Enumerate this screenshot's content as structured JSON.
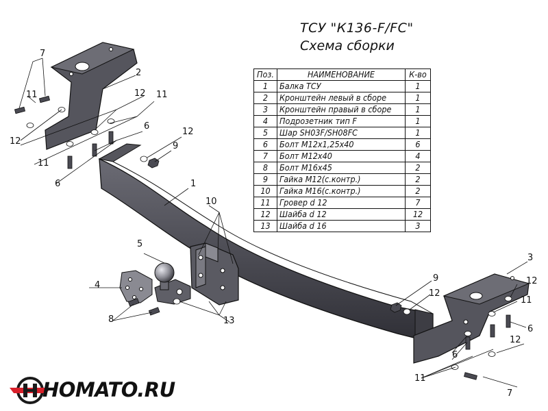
{
  "title": "ТСУ \"К136-F/FC\"",
  "subtitle": "Схема сборки",
  "table": {
    "headers": [
      "Поз.",
      "НАИМЕНОВАНИЕ",
      "К-во"
    ],
    "rows": [
      {
        "pos": "1",
        "name": "Балка ТСУ",
        "qty": "1"
      },
      {
        "pos": "2",
        "name": "Кронштейн левый в сборе",
        "qty": "1"
      },
      {
        "pos": "3",
        "name": "Кронштейн правый в сборе",
        "qty": "1"
      },
      {
        "pos": "4",
        "name": "Подрозетник тип F",
        "qty": "1"
      },
      {
        "pos": "5",
        "name": "Шар SH03F/SH08FC",
        "qty": "1"
      },
      {
        "pos": "6",
        "name": "Болт М12х1,25х40",
        "qty": "6"
      },
      {
        "pos": "7",
        "name": "Болт М12х40",
        "qty": "4"
      },
      {
        "pos": "8",
        "name": "Болт М16х45",
        "qty": "2"
      },
      {
        "pos": "9",
        "name": "Гайка М12(с.контр.)",
        "qty": "2"
      },
      {
        "pos": "10",
        "name": "Гайка  М16(с.контр.)",
        "qty": "2"
      },
      {
        "pos": "11",
        "name": "Гровер d 12",
        "qty": "7"
      },
      {
        "pos": "12",
        "name": "Шайба d 12",
        "qty": "12"
      },
      {
        "pos": "13",
        "name": "Шайба d 16",
        "qty": "3"
      }
    ]
  },
  "callouts": [
    "7",
    "2",
    "11",
    "12",
    "11",
    "12",
    "6",
    "11",
    "6",
    "12",
    "9",
    "1",
    "10",
    "5",
    "4",
    "8",
    "13",
    "3",
    "12",
    "11",
    "9",
    "12",
    "6",
    "12",
    "6",
    "11",
    "7"
  ],
  "logo": {
    "text": "HOMATO.RU",
    "colors": {
      "red": "#d8202a",
      "dark": "#1a1a1a",
      "part": "#4a4a52"
    }
  }
}
